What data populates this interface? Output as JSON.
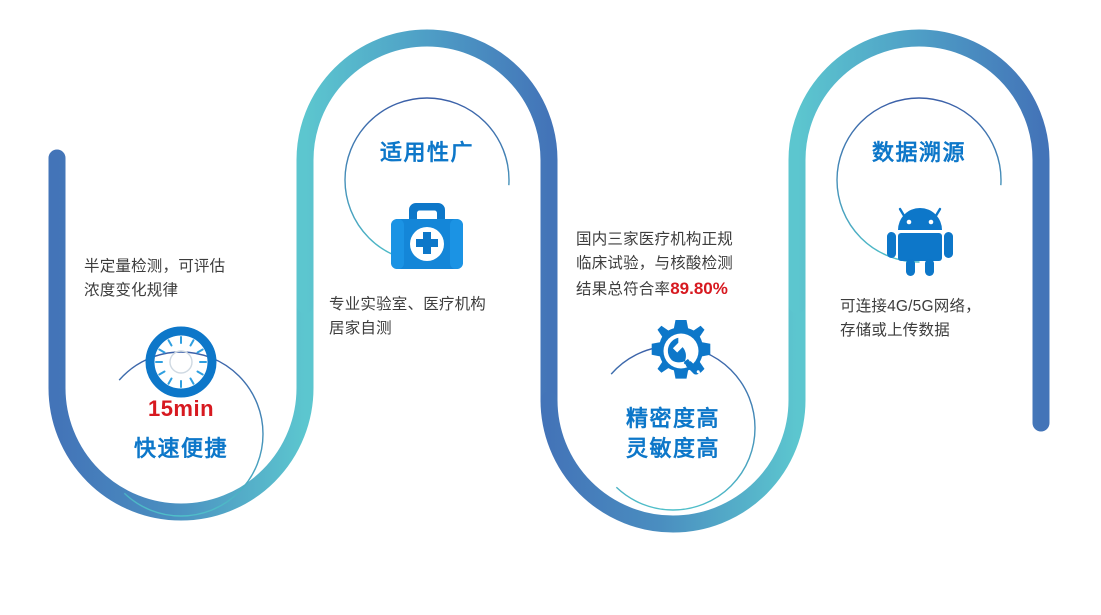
{
  "infographic": {
    "accent_blue": "#0d77c9",
    "accent_red": "#d71920",
    "ribbon_teal": "#5cc6cf",
    "ribbon_blue": "#4374b8",
    "body_text_color": "#3d3d3d",
    "stages": [
      {
        "id": "fast-convenient",
        "icon": "clock-icon",
        "metric": "15min",
        "title": "快速便捷",
        "body": "半定量检测，可评估\n浓度变化规律"
      },
      {
        "id": "wide-applicability",
        "icon": "medical-kit-icon",
        "metric": "",
        "title": "适用性广",
        "body": "专业实验室、医疗机构\n居家自测"
      },
      {
        "id": "high-precision-sensitivity",
        "icon": "gear-wrench-icon",
        "metric": "",
        "title": "精密度高\n灵敏度高",
        "body_prefix": "国内三家医疗机构正规\n临床试验，与核酸检测\n结果总符合率",
        "body_highlight": "89.80%"
      },
      {
        "id": "data-traceability",
        "icon": "android-icon",
        "metric": "",
        "title": "数据溯源",
        "body": "可连接4G/5G网络，\n存储或上传数据"
      }
    ]
  }
}
